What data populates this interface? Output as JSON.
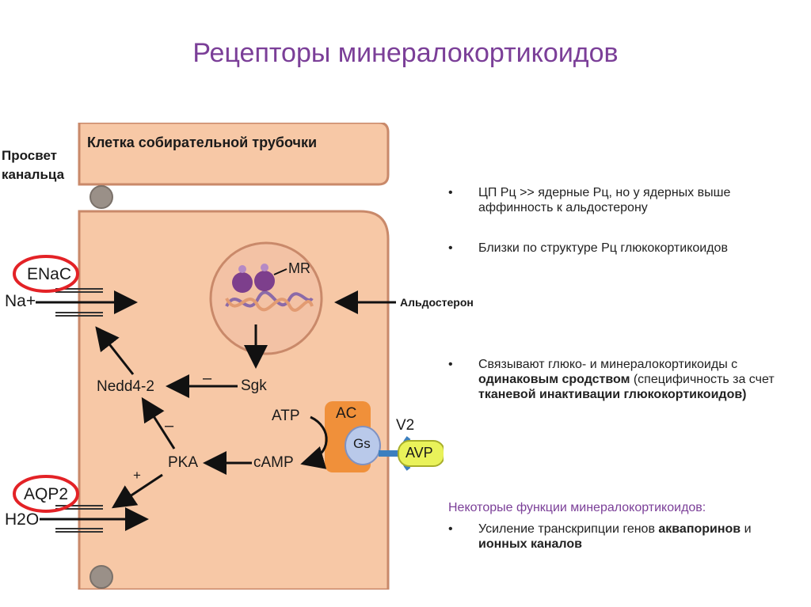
{
  "title": "Рецепторы минералокортикоидов",
  "diagram": {
    "lumen": "Просвет канальца",
    "cell": "Клетка собирательной трубочки",
    "enac": "ENaC",
    "na": "Na+",
    "mr": "MR",
    "aldosterone": "Альдостерон",
    "sgk": "Sgk",
    "nedd": "Nedd4-2",
    "atp": "ATP",
    "ac": "AC",
    "gs": "Gs",
    "v2": "V2",
    "avp": "AVP",
    "camp": "cAMP",
    "pka": "PKA",
    "aqp2": "AQP2",
    "h2o": "H2O",
    "minus1": "–",
    "minus2": "–",
    "plus": "+"
  },
  "bullets": [
    {
      "text": "ЦП Рц >> ядерные Рц, но у ядерных выше аффинность к альдостерону"
    },
    {
      "text": "Близки по структуре Рц глюкокортикоидов"
    },
    {
      "p1": "Связывают глюко- и минералокортикоиды с ",
      "b1": "одинаковым сродством",
      "p2": " (специфичность за счет ",
      "b2": "тканевой инактивации глюкокортикоидов)"
    }
  ],
  "functions": {
    "heading": "Некоторые функции минералокортикоидов:",
    "item": {
      "p1": "Усиление транскрипции генов ",
      "b1": "аквапоринов",
      "p2": " и ",
      "b2": "ионных каналов"
    }
  },
  "colors": {
    "title": "#7b3f98",
    "cell": "#f7c8a6",
    "cell_border": "#c9896a",
    "highlight": "#e32226",
    "ac": "#f0903a",
    "gs": "#b9c9ea",
    "avp": "#e9f25a"
  }
}
